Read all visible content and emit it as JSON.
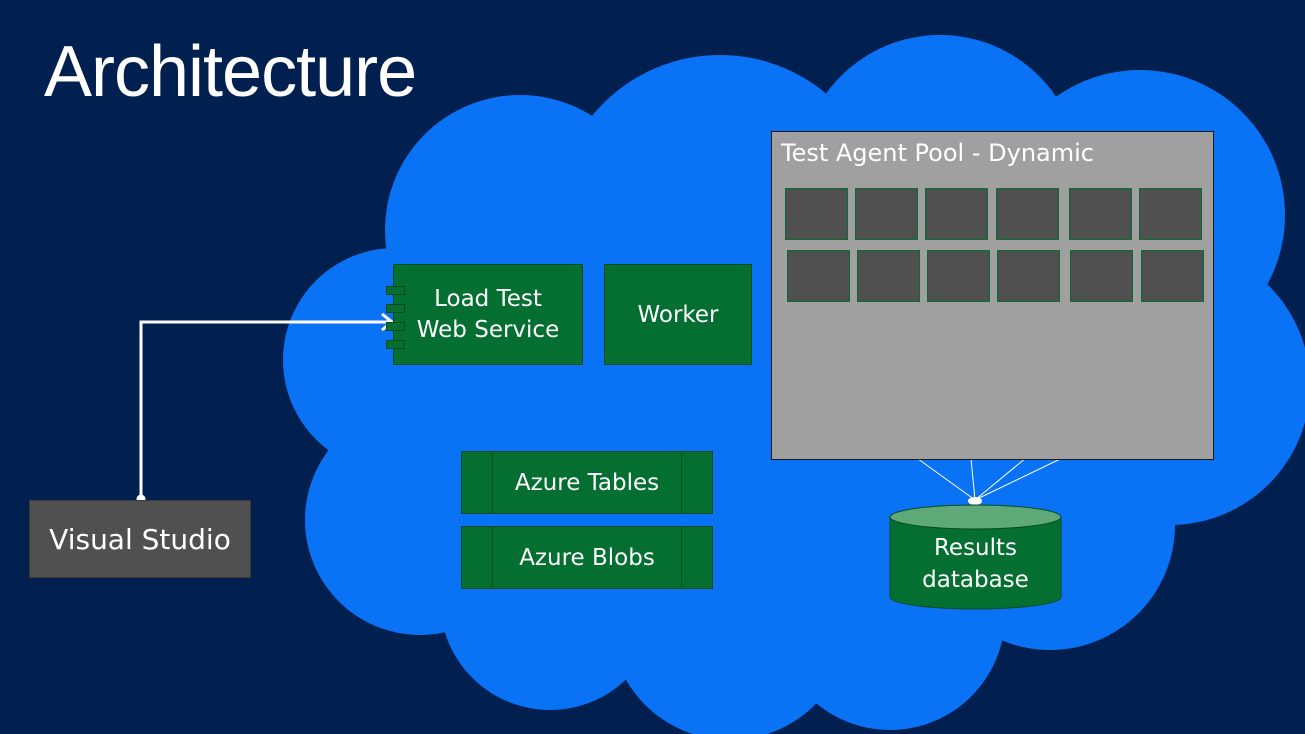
{
  "title": "Architecture",
  "client": {
    "label": "Visual Studio"
  },
  "service": {
    "line1": "Load Test",
    "line2": "Web Service"
  },
  "worker": {
    "label": "Worker"
  },
  "storage": {
    "tables": "Azure Tables",
    "blobs": "Azure Blobs"
  },
  "pool": {
    "label": "Test Agent Pool - Dynamic",
    "agent_count": 12
  },
  "database": {
    "line1": "Results",
    "line2": "database"
  },
  "colors": {
    "background": "#012050",
    "cloud": "#0a73f5",
    "component_green": "#046f31",
    "pool_gray": "#a0a0a0",
    "agent_dark": "#505050",
    "db_top": "#5fa878"
  }
}
